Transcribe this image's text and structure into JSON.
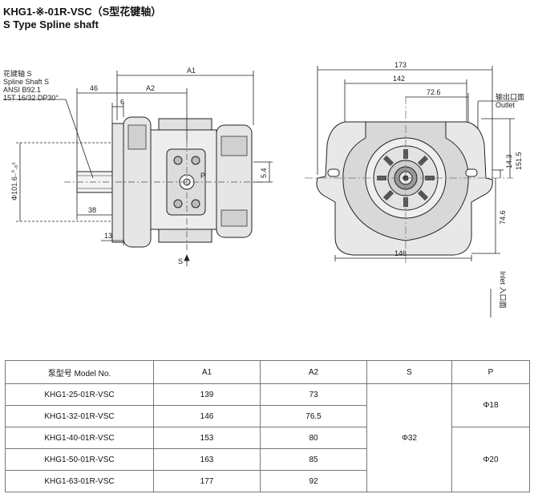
{
  "title": {
    "main": "KHG1-※-01R-VSC（S型花键轴）",
    "sub": "S Type Spline shaft"
  },
  "drawing": {
    "spline_note": [
      "花键轴 S",
      "Spline Shaft S",
      "ANSI B92.1",
      "15T 16/32 DP30°"
    ],
    "dims_left": {
      "a1": "A1",
      "a2": "A2",
      "d46": "46",
      "d6": "6",
      "d38": "38",
      "d13": "13",
      "d54": "5.4",
      "phi": "Φ101.6₋⁰.₀⁵",
      "port_p": "P",
      "port_s": "S"
    },
    "dims_right": {
      "d173": "173",
      "d142": "142",
      "d726": "72.6",
      "d146": "146",
      "d143": "14.3",
      "d1515": "151.5",
      "d746": "74.6",
      "outlet_cn": "输出口面",
      "outlet_en": "Outlet",
      "inlet_label": "Inlet 入口面"
    }
  },
  "table": {
    "headers": [
      "泵型号   Model No.",
      "A1",
      "A2",
      "S",
      "P"
    ],
    "rows": [
      {
        "model": "KHG1-25-01R-VSC",
        "a1": "139",
        "a2": "73"
      },
      {
        "model": "KHG1-32-01R-VSC",
        "a1": "146",
        "a2": "76.5"
      },
      {
        "model": "KHG1-40-01R-VSC",
        "a1": "153",
        "a2": "80"
      },
      {
        "model": "KHG1-50-01R-VSC",
        "a1": "163",
        "a2": "85"
      },
      {
        "model": "KHG1-63-01R-VSC",
        "a1": "177",
        "a2": "92"
      }
    ],
    "s_value": "Φ32",
    "p_value_1": "Φ18",
    "p_value_2": "Φ20"
  }
}
